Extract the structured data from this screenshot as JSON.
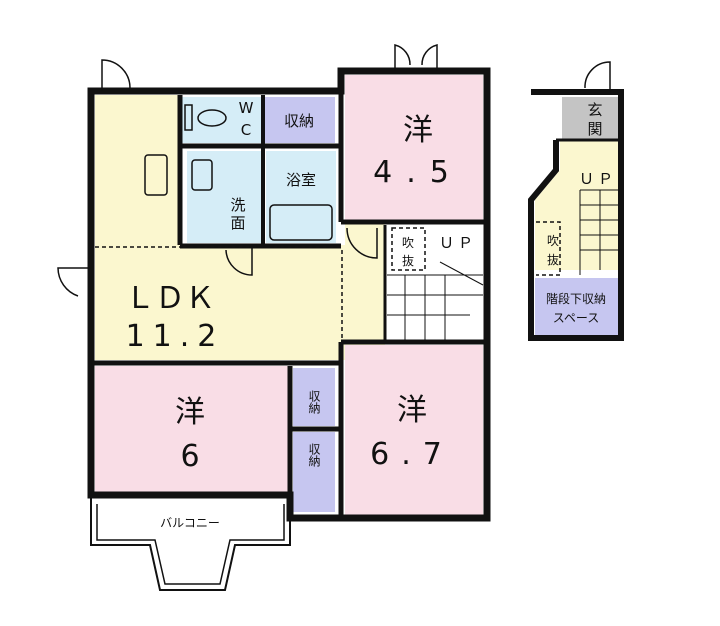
{
  "rooms": {
    "western_a": {
      "label": "洋",
      "size": "4.5"
    },
    "ldk": {
      "label": "ＬＤＫ",
      "size": "11.2"
    },
    "western_b": {
      "label": "洋",
      "size": "6"
    },
    "western_c": {
      "label": "洋",
      "size": "6.7"
    },
    "wc": {
      "label1": "W",
      "label2": "C"
    },
    "storage_top": "収納",
    "washroom": {
      "c1": "洗",
      "c2": "面"
    },
    "bathroom": "浴室",
    "storage_mid": "収納",
    "storage_low": "収納",
    "void_main": {
      "c1": "吹",
      "c2": "抜"
    },
    "up_main": "ＵＰ",
    "balcony": "バルコニー"
  },
  "annex": {
    "entrance": {
      "c1": "玄",
      "c2": "関"
    },
    "up": "ＵＰ",
    "void": {
      "c1": "吹",
      "c2": "抜"
    },
    "under_stair_storage": {
      "line1": "階段下収納",
      "line2": "スペース"
    }
  },
  "colors": {
    "pink": "#f9dde6",
    "yellow": "#fbf7cf",
    "blue": "#d5edf7",
    "purple": "#c6c6f0",
    "gray": "#c4c4c4",
    "wall": "#111111"
  }
}
